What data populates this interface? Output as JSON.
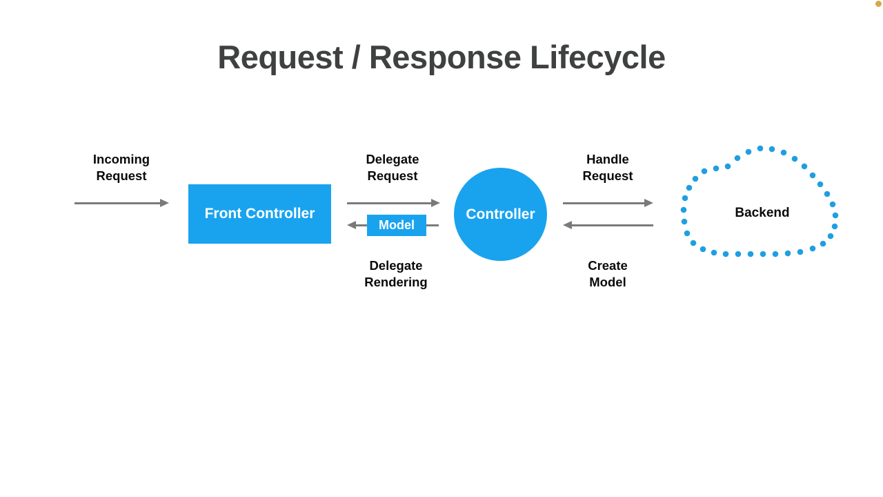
{
  "slide": {
    "title": "Request / Response Lifecycle",
    "background_color": "#ffffff",
    "title_color": "#3f4141",
    "accent_color": "#19a3ef",
    "arrow_color": "#7a7a7a",
    "corner_marker_color": "#d4a84b"
  },
  "diagram": {
    "type": "flow",
    "nodes": [
      {
        "id": "front-controller",
        "label": "Front Controller",
        "shape": "rectangle",
        "fill": "#19a3ef",
        "text_color": "#ffffff"
      },
      {
        "id": "model",
        "label": "Model",
        "shape": "rectangle",
        "fill": "#19a3ef",
        "text_color": "#ffffff"
      },
      {
        "id": "controller",
        "label": "Controller",
        "shape": "circle",
        "fill": "#19a3ef",
        "text_color": "#ffffff"
      },
      {
        "id": "backend",
        "label": "Backend",
        "shape": "dotted-cloud",
        "fill": "none",
        "outline": "#1f9fe0",
        "text_color": "#0a0a0a"
      }
    ],
    "labels": {
      "incoming_request": "Incoming\nRequest",
      "delegate_request": "Delegate\nRequest",
      "delegate_rendering": "Delegate\nRendering",
      "handle_request": "Handle\nRequest",
      "create_model": "Create\nModel"
    },
    "arrows": [
      {
        "id": "incoming-request-arrow",
        "direction": "right",
        "label": "Incoming Request"
      },
      {
        "id": "delegate-request-arrow",
        "direction": "right",
        "label": "Delegate Request"
      },
      {
        "id": "delegate-rendering-arrow",
        "direction": "left",
        "label": "Delegate Rendering"
      },
      {
        "id": "handle-request-arrow",
        "direction": "right",
        "label": "Handle Request"
      },
      {
        "id": "create-model-arrow",
        "direction": "left",
        "label": "Create Model"
      }
    ]
  }
}
